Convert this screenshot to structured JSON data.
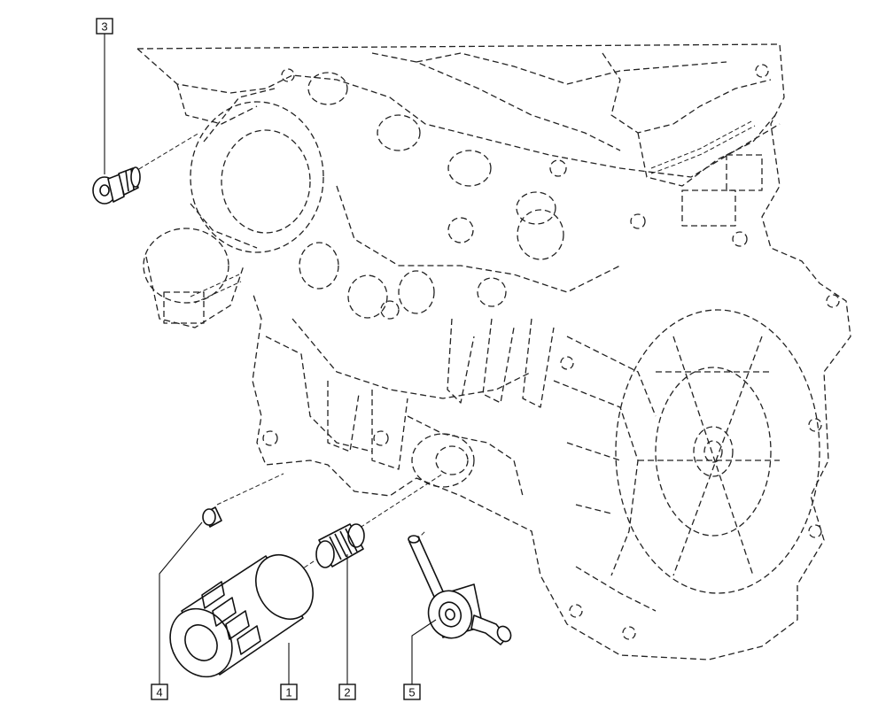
{
  "callouts": [
    {
      "id": "1",
      "part": "oil-filter"
    },
    {
      "id": "2",
      "part": "threaded-union"
    },
    {
      "id": "3",
      "part": "oil-pressure-plug"
    },
    {
      "id": "4",
      "part": "bushing"
    },
    {
      "id": "5",
      "part": "oil-cooler"
    }
  ]
}
